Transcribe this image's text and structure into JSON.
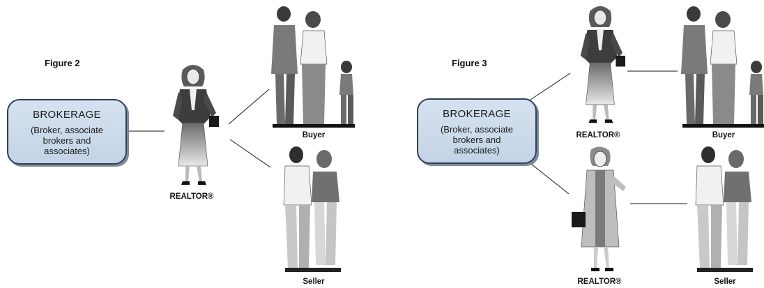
{
  "figure2": {
    "title": "Figure 2",
    "brokerage": {
      "heading": "BROKERAGE",
      "line1": "(Broker, associate",
      "line2": "brokers and",
      "line3": "associates)"
    },
    "realtor_label": "REALTOR®",
    "buyer_label": "Buyer",
    "seller_label": "Seller"
  },
  "figure3": {
    "title": "Figure 3",
    "brokerage": {
      "heading": "BROKERAGE",
      "line1": "(Broker, associate",
      "line2": "brokers and",
      "line3": "associates)"
    },
    "realtor_buyer_label": "REALTOR®",
    "realtor_seller_label": "REALTOR®",
    "buyer_label": "Buyer",
    "seller_label": "Seller"
  }
}
